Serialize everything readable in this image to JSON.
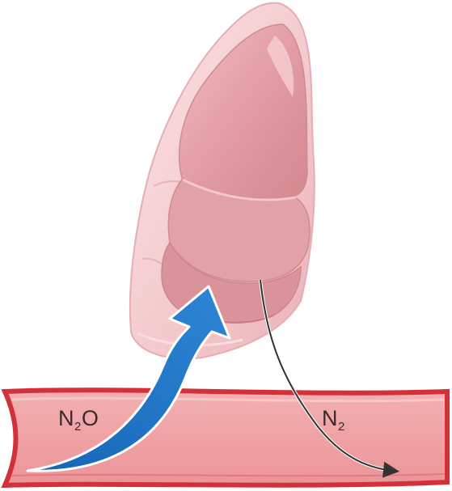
{
  "labels": {
    "n2o": {
      "main": "N",
      "sub": "2",
      "tail": "O"
    },
    "n2": {
      "main": "N",
      "sub": "2"
    }
  },
  "colors": {
    "vessel_fill": "#f0a3a6",
    "vessel_wall": "#d2313a",
    "blue_arrow": "#1f74c4",
    "black_arrow": "#333333",
    "pleura": "#f4cfd2",
    "lung": "#e6a3a9"
  }
}
